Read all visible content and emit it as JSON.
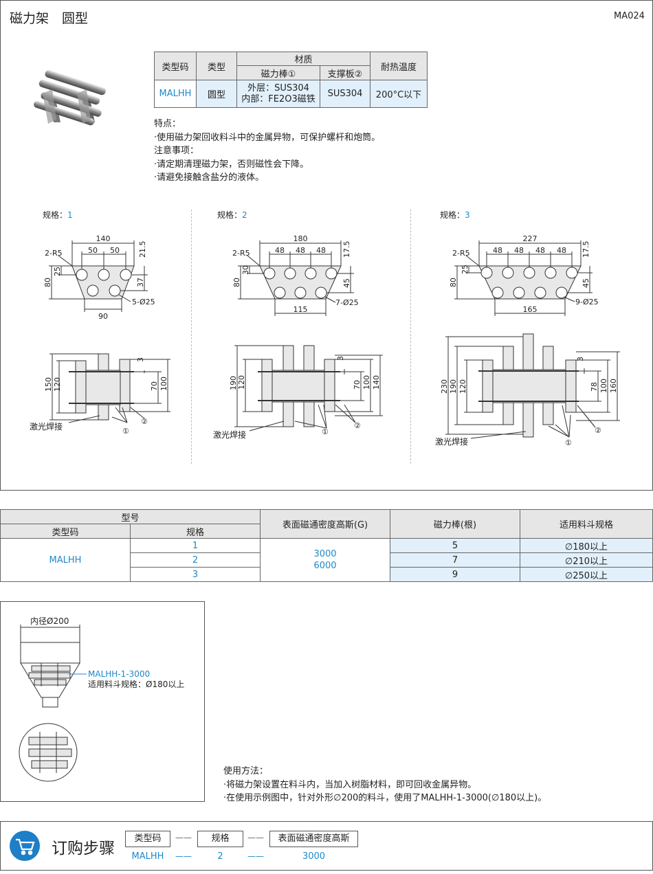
{
  "header": {
    "title": "磁力架　圆型",
    "code": "MA024"
  },
  "spec_table": {
    "h_type_code": "类型码",
    "h_type": "类型",
    "h_material": "材质",
    "h_rod": "磁力棒①",
    "h_plate": "支撑板②",
    "h_temp": "耐热温度",
    "type_code": "MALHH",
    "type": "圆型",
    "rod_outer": "外层：SUS304",
    "rod_inner": "内部：FE2O3磁铁",
    "plate": "SUS304",
    "temp": "200°C以下"
  },
  "notes": {
    "features_title": "特点：",
    "feature_1": "·使用磁力架回收料斗中的金属异物，可保护螺杆和炮筒。",
    "caution_title": "注意事项：",
    "caution_1": "·请定期清理磁力架，否则磁性会下降。",
    "caution_2": "·请避免接触含盐分的液体。"
  },
  "drawings": {
    "spec_label": "规格：",
    "laser_weld": "激光焊接",
    "balloon_1": "①",
    "balloon_2": "②",
    "d1": {
      "spec": "1",
      "width": "140",
      "pitch_a": "50",
      "pitch_b": "50",
      "r": "2-R5",
      "top_offset": "21.5",
      "row_offset": "25",
      "height": "80",
      "row_gap": "37",
      "holes": "5-Ø25",
      "bottom": "90",
      "side_h1": "150",
      "side_h2": "120",
      "side_h3": "70",
      "side_h4": "100",
      "side_t": "3"
    },
    "d2": {
      "spec": "2",
      "width": "180",
      "p1": "48",
      "p2": "48",
      "p3": "48",
      "r": "2-R5",
      "top_offset": "17.5",
      "row_offset": "30",
      "height": "80",
      "row_gap": "45",
      "holes": "7-Ø25",
      "bottom": "115",
      "side_h1": "190",
      "side_h2": "120",
      "side_h3": "70",
      "side_h4": "100",
      "side_h5": "140",
      "side_t": "3"
    },
    "d3": {
      "spec": "3",
      "width": "227",
      "p1": "48",
      "p2": "48",
      "p3": "48",
      "p4": "48",
      "r": "2-R5",
      "top_offset": "17.5",
      "row_offset": "25",
      "height": "80",
      "row_gap": "45",
      "holes": "9-Ø25",
      "bottom": "165",
      "side_h1": "230",
      "side_h2": "190",
      "side_h3": "120",
      "side_h4": "78",
      "side_h5": "100",
      "side_h6": "160",
      "side_t": "3"
    }
  },
  "model_table": {
    "h_model": "型号",
    "h_type_code": "类型码",
    "h_spec": "规格",
    "h_gauss": "表面磁通密度高斯(G)",
    "h_rods": "磁力棒(根)",
    "h_hopper": "适用料斗规格",
    "type_code": "MALHH",
    "gauss_1": "3000",
    "gauss_2": "6000",
    "rows": [
      {
        "spec": "1",
        "rods": "5",
        "hopper": "∅180以上"
      },
      {
        "spec": "2",
        "rods": "7",
        "hopper": "∅210以上"
      },
      {
        "spec": "3",
        "rods": "9",
        "hopper": "∅250以上"
      }
    ]
  },
  "usage_example": {
    "inner_dia": "内径Ø200",
    "model": "MALHH-1-3000",
    "hopper_spec": "适用料斗规格：Ø180以上"
  },
  "usage": {
    "title": "使用方法：",
    "line_1": "·将磁力架设置在料斗内，当加入树脂材料，即可回收金属异物。",
    "line_2": "·在使用示例图中，针对外形∅200的料斗，使用了MALHH-1-3000(∅180以上)。"
  },
  "order": {
    "title": "订购步骤",
    "h_type_code": "类型码",
    "h_spec": "规格",
    "h_gauss": "表面磁通密度高斯",
    "v_type_code": "MALHH",
    "v_spec": "2",
    "v_gauss": "3000",
    "sep": "——"
  },
  "colors": {
    "accent": "#1e88c8",
    "highlight": "#e2f0fb",
    "header_bg": "#e6e6e6",
    "icon_bg": "#1e7ec8"
  },
  "icons": {
    "order_icon": "shopping-cart-icon"
  }
}
